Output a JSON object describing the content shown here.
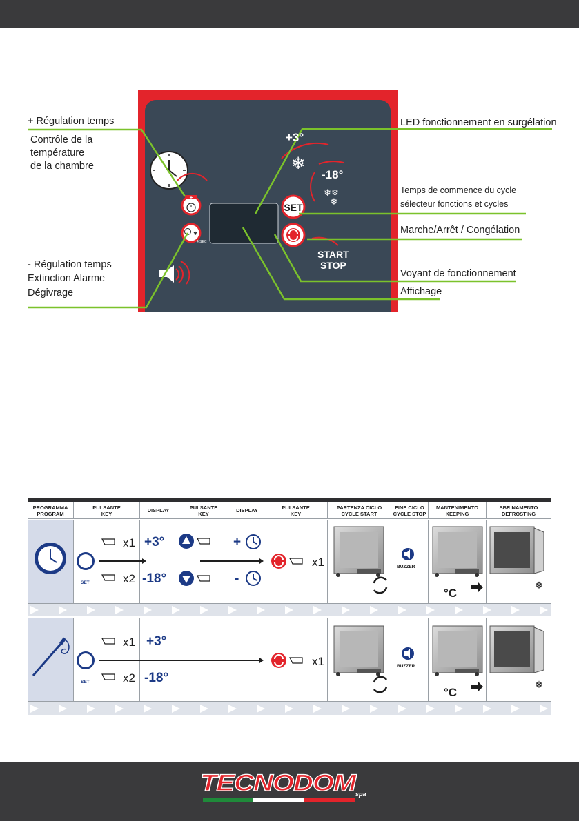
{
  "panel": {
    "labels": {
      "plus_time": "+ Régulation temps",
      "room_temp_l1": "Contrôle de la",
      "room_temp_l2": "température",
      "room_temp_l3": "de la chambre",
      "minus_time": "- Régulation temps",
      "alarm_off": "Extinction Alarme",
      "defrost": "Dégivrage",
      "led_freeze": "LED fonctionnement en surgélation",
      "cycle_start_time": "Temps de commence du cycle",
      "selector": "sélecteur fonctions et cycles",
      "on_off": "Marche/Arrêt / Congélation",
      "indicator": "Voyant de fonctionnement",
      "display": "Affichage"
    },
    "display_values": {
      "plus3": "+3°",
      "minus18": "-18°"
    },
    "buttons": {
      "set": "SET",
      "start": "START",
      "stop": "STOP",
      "four_sec": "4 SEC"
    }
  },
  "table": {
    "headers": [
      [
        "PROGRAMMA",
        "PROGRAM"
      ],
      [
        "PULSANTE",
        "KEY"
      ],
      [
        "DISPLAY"
      ],
      [
        "PULSANTE",
        "KEY"
      ],
      [
        "DISPLAY"
      ],
      [
        "PULSANTE",
        "KEY"
      ],
      [
        "PARTENZA CICLO",
        "CYCLE START"
      ],
      [
        "FINE CICLO",
        "CYCLE STOP"
      ],
      [
        "MANTENIMENTO",
        "KEEPING"
      ],
      [
        "SBRINAMENTO",
        "DEFROSTING"
      ]
    ],
    "rows": [
      {
        "program": "clock",
        "x1": "x1",
        "x2": "x2",
        "disp1": "+3°",
        "disp2": "-18°",
        "plus": "+",
        "minus": "-",
        "start_x": "x1",
        "buzzer": "BUZZER",
        "keep": "°C"
      },
      {
        "program": "probe",
        "x1": "x1",
        "x2": "x2",
        "disp1": "+3°",
        "disp2": "-18°",
        "start_x": "x1",
        "buzzer": "BUZZER",
        "keep": "°C"
      }
    ],
    "set_label": "SET"
  },
  "footer": {
    "brand": "TECNODOM",
    "suffix": "spa"
  },
  "colors": {
    "panel_red": "#e3242b",
    "panel_dark": "#3a4856",
    "line_green": "#7bc22b",
    "table_blue": "#1c3a86",
    "dark_bar": "#3a3a3c"
  }
}
